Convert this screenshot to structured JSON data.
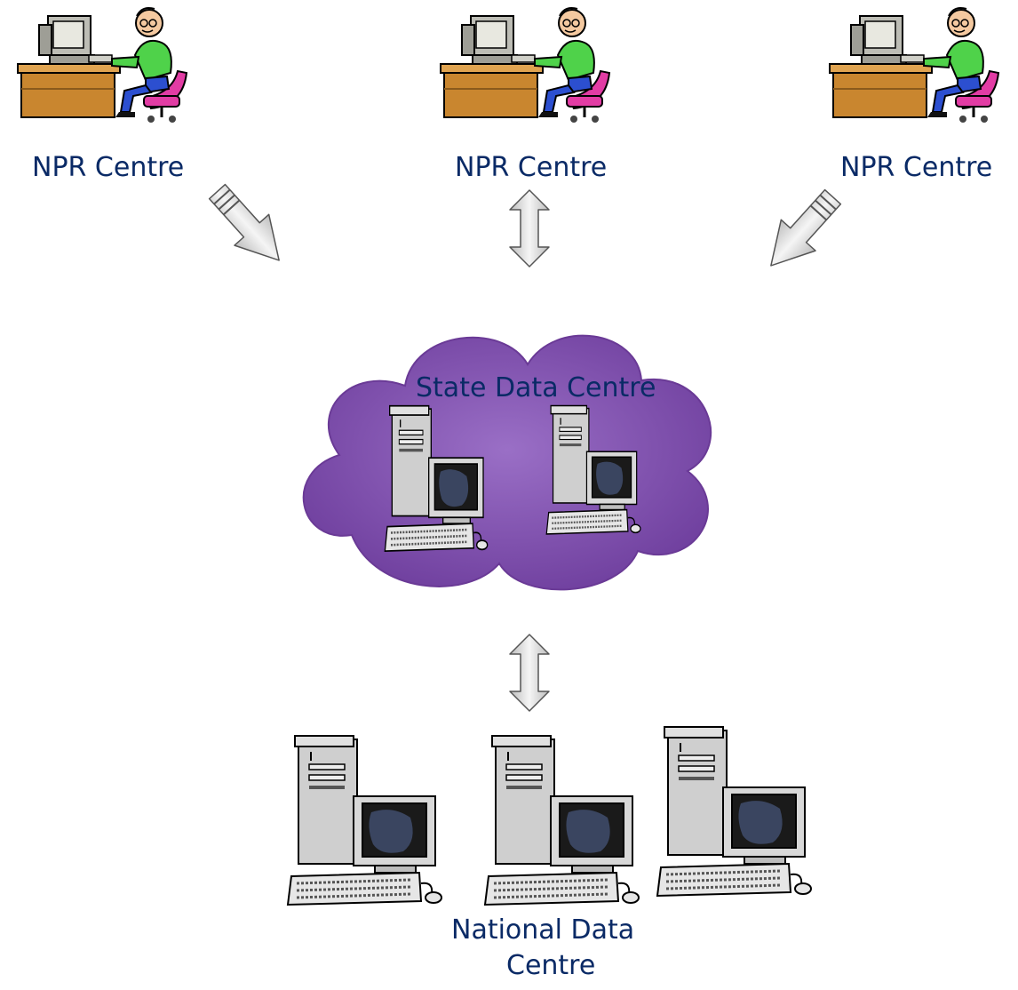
{
  "npr_centres": [
    {
      "label": "NPR Centre"
    },
    {
      "label": "NPR Centre"
    },
    {
      "label": "NPR Centre"
    }
  ],
  "state_data_centre": {
    "label": "State Data Centre"
  },
  "national_data_centre": {
    "label_line1": "National Data",
    "label_line2": "Centre"
  },
  "colors": {
    "text": "#0a2a66",
    "cloud": "#8c5fb8",
    "arrow_fill": "#e4e4e4",
    "arrow_stroke": "#555555"
  }
}
